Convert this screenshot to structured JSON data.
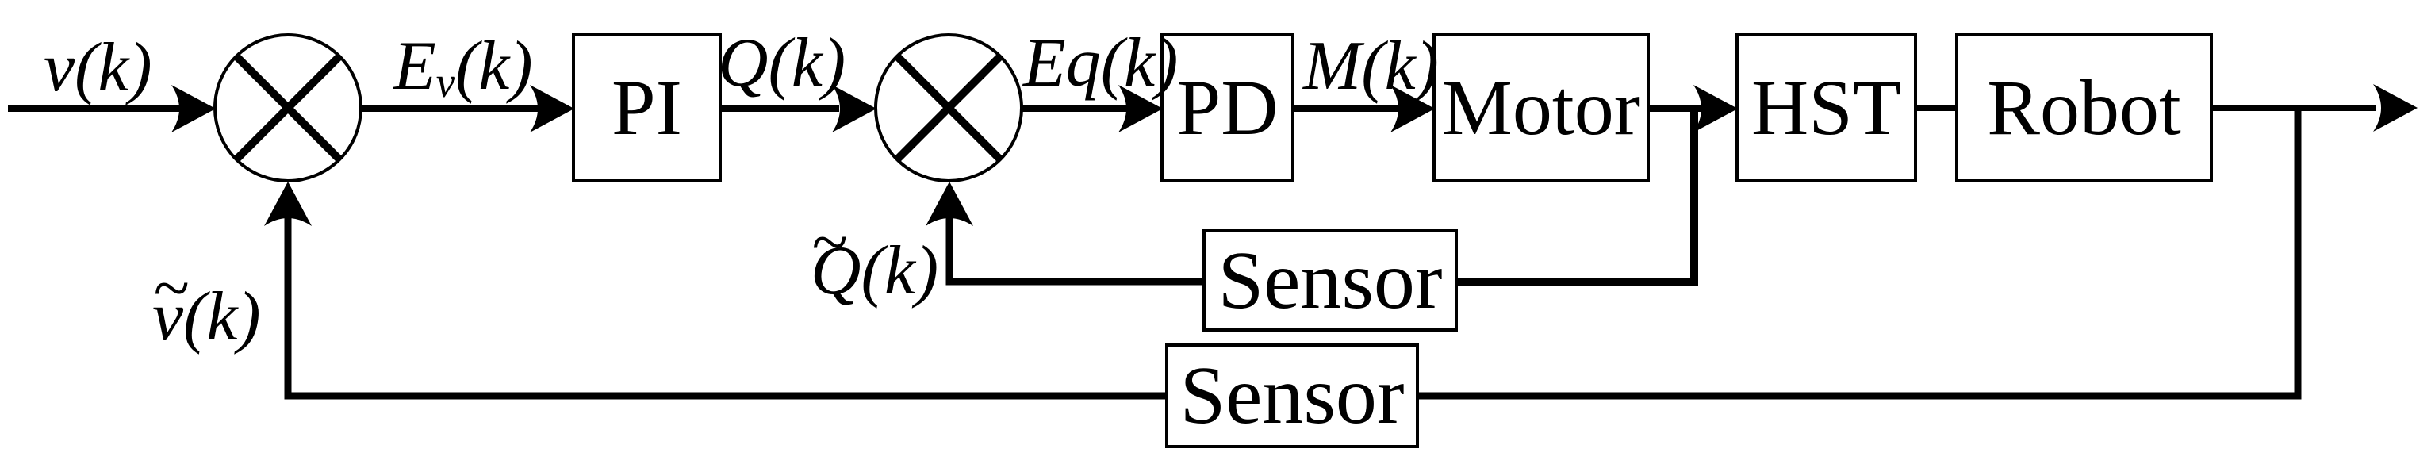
{
  "diagram": {
    "background_color": "#ffffff",
    "stroke_color": "#000000",
    "blocks": [
      {
        "id": "pi",
        "label": "PI"
      },
      {
        "id": "pd",
        "label": "PD"
      },
      {
        "id": "motor",
        "label": "Motor"
      },
      {
        "id": "hst",
        "label": "HST"
      },
      {
        "id": "robot",
        "label": "Robot"
      },
      {
        "id": "sensor_flow",
        "label": "Sensor"
      },
      {
        "id": "sensor_velocity",
        "label": "Sensor"
      }
    ],
    "signals": {
      "input": "v(k)",
      "velocity_error": {
        "base": "E",
        "sub": "v",
        "arg": "(k)"
      },
      "flow_command": "Q(k)",
      "flow_error": "Eq(k)",
      "motor_command": "M(k)",
      "flow_feedback": {
        "tilde": "~",
        "main": "Q(k)"
      },
      "velocity_feedback": {
        "tilde": "~",
        "main": "v(k)"
      }
    }
  }
}
